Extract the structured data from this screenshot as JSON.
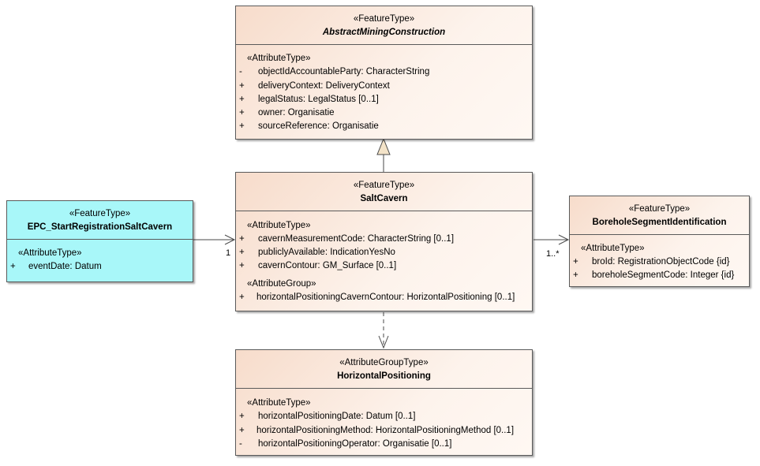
{
  "classes": {
    "abstract": {
      "stereotype": "«FeatureType»",
      "name": "AbstractMiningConstruction",
      "section": "«AttributeType»",
      "attrs": [
        {
          "vis": "-",
          "text": "objectIdAccountableParty: CharacterString"
        },
        {
          "vis": "+",
          "text": "deliveryContext: DeliveryContext"
        },
        {
          "vis": "+",
          "text": "legalStatus: LegalStatus [0..1]"
        },
        {
          "vis": "+",
          "text": "owner: Organisatie"
        },
        {
          "vis": "+",
          "text": "sourceReference: Organisatie"
        }
      ]
    },
    "saltcavern": {
      "stereotype": "«FeatureType»",
      "name": "SaltCavern",
      "section": "«AttributeType»",
      "attrs": [
        {
          "vis": "+",
          "text": "cavernMeasurementCode: CharacterString [0..1]"
        },
        {
          "vis": "+",
          "text": "publiclyAvailable: IndicationYesNo"
        },
        {
          "vis": "+",
          "text": "cavernContour: GM_Surface [0..1]"
        }
      ],
      "section2": "«AttributeGroup»",
      "groupAttrs": [
        {
          "vis": "+",
          "text": "horizontalPositioningCavernContour: HorizontalPositioning [0..1]"
        }
      ]
    },
    "epc": {
      "stereotype": "«FeatureType»",
      "name": "EPC_StartRegistrationSaltCavern",
      "section": "«AttributeType»",
      "attrs": [
        {
          "vis": "+",
          "text": "eventDate: Datum"
        }
      ]
    },
    "borehole": {
      "stereotype": "«FeatureType»",
      "name": "BoreholeSegmentIdentification",
      "section": "«AttributeType»",
      "attrs": [
        {
          "vis": "+",
          "text": "broId: RegistrationObjectCode {id}"
        },
        {
          "vis": "+",
          "text": "boreholeSegmentCode: Integer {id}"
        }
      ]
    },
    "horizontal": {
      "stereotype": "«AttributeGroupType»",
      "name": "HorizontalPositioning",
      "section": "«AttributeType»",
      "attrs": [
        {
          "vis": "+",
          "text": "horizontalPositioningDate: Datum [0..1]"
        },
        {
          "vis": "+",
          "text": "horizontalPositioningMethod: HorizontalPositioningMethod [0..1]"
        },
        {
          "vis": "-",
          "text": "horizontalPositioningOperator: Organisatie [0..1]"
        }
      ]
    }
  },
  "multiplicities": {
    "epc_to_saltcavern": "1",
    "saltcavern_to_borehole": "1..*"
  },
  "colors": {
    "feature_fill": "#fdf3ec",
    "epc_fill": "#a8f7f9",
    "border": "#5a5a5a"
  }
}
